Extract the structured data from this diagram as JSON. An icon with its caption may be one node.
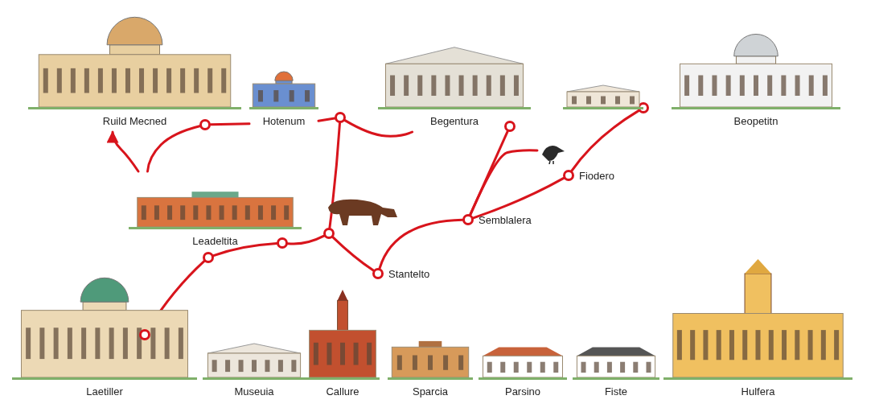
{
  "diagram": {
    "nodes": [
      {
        "text": [
          "Ruild Mecned"
        ]
      },
      {
        "text": [
          "Hotenum"
        ]
      },
      {
        "text": [
          "Begentura"
        ]
      },
      {
        "text": [
          "Beopetitn"
        ]
      },
      {
        "text": [],
        "shape": "circle"
      },
      {
        "text": [],
        "shape": "circle"
      },
      {
        "text": [],
        "shape": "circle"
      },
      {
        "text": [],
        "shape": "circle"
      },
      {
        "text": [],
        "shape": "picture"
      },
      {
        "text": [],
        "shape": "circle",
        "beside": [
          "Fiodero"
        ]
      },
      {
        "text": [
          "Leadeltita"
        ]
      },
      {
        "text": [],
        "shape": "circle",
        "beside": [
          "Semblalera"
        ]
      },
      {
        "text": [],
        "shape": "circle"
      },
      {
        "text": [],
        "shape": "circle"
      },
      {
        "text": [],
        "shape": "circle"
      },
      {
        "text": [],
        "shape": "circle",
        "beside": [
          "Stantelto"
        ]
      },
      {
        "text": [
          "Laetiller"
        ]
      },
      {
        "text": [],
        "shape": "circle",
        "in": 16
      },
      {
        "text": [
          "Museuia"
        ]
      },
      {
        "text": [
          "Callure"
        ]
      },
      {
        "text": [
          "Sparcia"
        ]
      },
      {
        "text": [
          "Parsino"
        ]
      },
      {
        "text": [
          "Fiste"
        ]
      },
      {
        "text": [
          "Hulfera"
        ]
      }
    ],
    "edges": [
      {
        "from": 10,
        "to": 0,
        "arrow": "to"
      },
      {
        "from": 10,
        "to": 4,
        "arrow": "none"
      },
      {
        "from": 4,
        "to": 1,
        "arrow": "none"
      },
      {
        "from": 1,
        "to": 5,
        "arrow": "none"
      },
      {
        "from": 5,
        "to": 2,
        "arrow": "none"
      },
      {
        "from": 5,
        "to": 12,
        "arrow": "none"
      },
      {
        "from": 12,
        "to": 13,
        "arrow": "none"
      },
      {
        "from": 13,
        "to": 14,
        "arrow": "none"
      },
      {
        "from": 14,
        "to": 17,
        "arrow": "none"
      },
      {
        "from": 12,
        "to": 15,
        "arrow": "none"
      },
      {
        "from": 15,
        "to": 11,
        "arrow": "none"
      },
      {
        "from": 11,
        "to": 6,
        "arrow": "none"
      },
      {
        "from": 11,
        "to": 8,
        "arrow": "none"
      },
      {
        "from": 11,
        "to": 9,
        "arrow": "none"
      },
      {
        "from": 9,
        "to": 7,
        "arrow": "none"
      }
    ]
  }
}
